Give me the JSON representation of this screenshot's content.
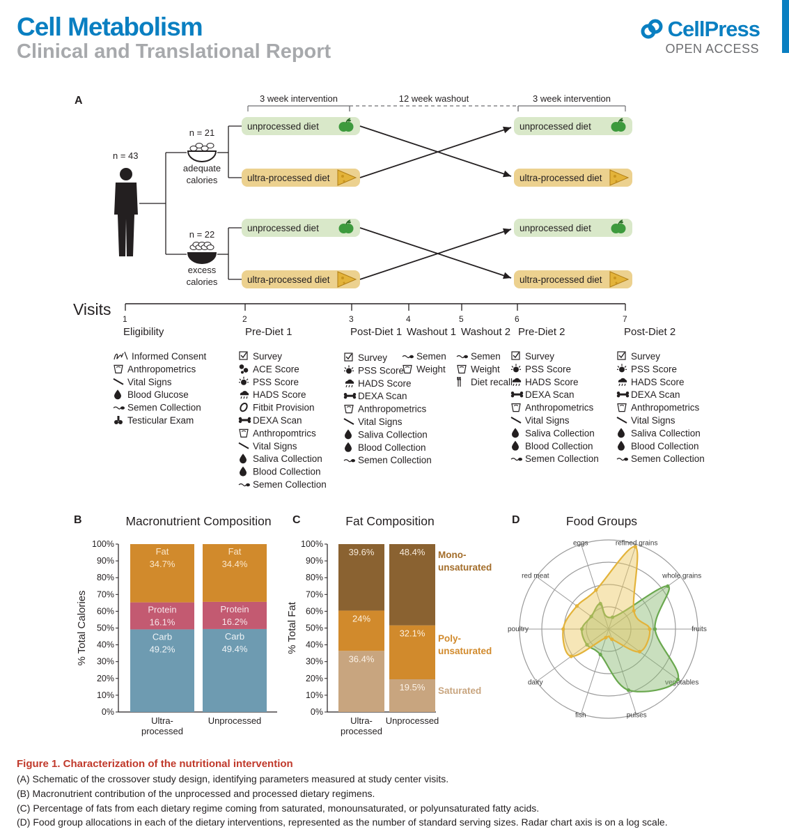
{
  "header": {
    "journal": "Cell Metabolism",
    "section": "Clinical and Translational Report",
    "publisher": "CellPress",
    "access": "OPEN ACCESS"
  },
  "colors": {
    "brand_blue": "#0a7fc1",
    "unprocessed_fill": "#d9e8c9",
    "ultra_fill": "#ecd18f",
    "apple": "#3d9a3d",
    "cheese": "#e3b33a",
    "fat": "#d18a2c",
    "protein": "#c35a71",
    "carb": "#6e9bb1",
    "mono": "#8a6231",
    "poly": "#d18a2c",
    "saturated": "#c8a57f",
    "caption_red": "#c0392b",
    "radar_ultra": "#e3b33a",
    "radar_unproc": "#6aa84f"
  },
  "panel_a": {
    "label": "A",
    "total_n": "n = 43",
    "periods": [
      "3 week intervention",
      "12 week washout",
      "3 week intervention"
    ],
    "groups": [
      {
        "n": "n = 21",
        "label1": "adequate",
        "label2": "calories"
      },
      {
        "n": "n = 22",
        "label1": "excess",
        "label2": "calories"
      }
    ],
    "diet_unprocessed": "unprocessed diet",
    "diet_ultra": "ultra-processed diet",
    "visits_title": "Visits",
    "visits": [
      {
        "num": "1",
        "name": "Eligibility",
        "items": [
          {
            "icon": "signature-icon",
            "text": "Informed Consent"
          },
          {
            "icon": "scale-icon",
            "text": "Anthropometrics"
          },
          {
            "icon": "thermometer-icon",
            "text": "Vital Signs"
          },
          {
            "icon": "drop-icon",
            "text": "Blood Glucose"
          },
          {
            "icon": "sperm-icon",
            "text": "Semen Collection"
          },
          {
            "icon": "exam-icon",
            "text": "Testicular Exam"
          }
        ]
      },
      {
        "num": "2",
        "name": "Pre-Diet 1",
        "items": [
          {
            "icon": "checkbox-icon",
            "text": "Survey"
          },
          {
            "icon": "ace-icon",
            "text": "ACE Score"
          },
          {
            "icon": "stress-icon",
            "text": "PSS Score"
          },
          {
            "icon": "cloud-icon",
            "text": "HADS Score"
          },
          {
            "icon": "fitbit-icon",
            "text": "Fitbit Provision"
          },
          {
            "icon": "bone-icon",
            "text": "DEXA Scan"
          },
          {
            "icon": "scale-icon",
            "text": "Anthropomtrics"
          },
          {
            "icon": "thermometer-icon",
            "text": "Vital Signs"
          },
          {
            "icon": "drop-icon",
            "text": "Saliva Collection"
          },
          {
            "icon": "drop-icon",
            "text": "Blood Collection"
          },
          {
            "icon": "sperm-icon",
            "text": "Semen Collection"
          }
        ]
      },
      {
        "num": "3",
        "name": "Post-Diet 1",
        "items": [
          {
            "icon": "checkbox-icon",
            "text": "Survey"
          },
          {
            "icon": "stress-icon",
            "text": "PSS Score"
          },
          {
            "icon": "cloud-icon",
            "text": "HADS Score"
          },
          {
            "icon": "bone-icon",
            "text": "DEXA Scan"
          },
          {
            "icon": "scale-icon",
            "text": "Anthropometrics"
          },
          {
            "icon": "thermometer-icon",
            "text": "Vital Signs"
          },
          {
            "icon": "drop-icon",
            "text": "Saliva Collection"
          },
          {
            "icon": "drop-icon",
            "text": "Blood Collection"
          },
          {
            "icon": "sperm-icon",
            "text": "Semen Collection"
          }
        ]
      },
      {
        "num": "4",
        "name": "Washout 1",
        "items": [
          {
            "icon": "sperm-icon",
            "text": "Semen"
          },
          {
            "icon": "scale-icon",
            "text": "Weight"
          }
        ]
      },
      {
        "num": "5",
        "name": "Washout 2",
        "items": [
          {
            "icon": "sperm-icon",
            "text": "Semen"
          },
          {
            "icon": "scale-icon",
            "text": "Weight"
          },
          {
            "icon": "utensils-icon",
            "text": "Diet recall"
          }
        ]
      },
      {
        "num": "6",
        "name": "Pre-Diet 2",
        "items": [
          {
            "icon": "checkbox-icon",
            "text": "Survey"
          },
          {
            "icon": "stress-icon",
            "text": "PSS Score"
          },
          {
            "icon": "cloud-icon",
            "text": "HADS Score"
          },
          {
            "icon": "bone-icon",
            "text": "DEXA Scan"
          },
          {
            "icon": "scale-icon",
            "text": "Anthropometrics"
          },
          {
            "icon": "thermometer-icon",
            "text": "Vital Signs"
          },
          {
            "icon": "drop-icon",
            "text": "Saliva Collection"
          },
          {
            "icon": "drop-icon",
            "text": "Blood Collection"
          },
          {
            "icon": "sperm-icon",
            "text": "Semen Collection"
          }
        ]
      },
      {
        "num": "7",
        "name": "Post-Diet 2",
        "items": [
          {
            "icon": "checkbox-icon",
            "text": "Survey"
          },
          {
            "icon": "stress-icon",
            "text": "PSS Score"
          },
          {
            "icon": "cloud-icon",
            "text": "HADS Score"
          },
          {
            "icon": "bone-icon",
            "text": "DEXA Scan"
          },
          {
            "icon": "scale-icon",
            "text": "Anthropometrics"
          },
          {
            "icon": "thermometer-icon",
            "text": "Vital Signs"
          },
          {
            "icon": "drop-icon",
            "text": "Saliva Collection"
          },
          {
            "icon": "drop-icon",
            "text": "Blood Collection"
          },
          {
            "icon": "sperm-icon",
            "text": "Semen Collection"
          }
        ]
      }
    ]
  },
  "chart_data": [
    {
      "panel": "B",
      "type": "bar",
      "stacked": true,
      "title": "Macronutrient Composition",
      "ylabel": "% Total Calories",
      "ylim": [
        0,
        100
      ],
      "yticks": [
        "0%",
        "10%",
        "20%",
        "30%",
        "40%",
        "50%",
        "60%",
        "70%",
        "80%",
        "90%",
        "100%"
      ],
      "categories": [
        "Ultra-processed",
        "Unprocessed"
      ],
      "category_lines": [
        [
          "Ultra-",
          "processed"
        ],
        [
          "Unprocessed"
        ]
      ],
      "series": [
        {
          "name": "Carb",
          "values": [
            49.2,
            49.4
          ],
          "labels": [
            "49.2%",
            "49.4%"
          ]
        },
        {
          "name": "Protein",
          "values": [
            16.1,
            16.2
          ],
          "labels": [
            "16.1%",
            "16.2%"
          ]
        },
        {
          "name": "Fat",
          "values": [
            34.7,
            34.4
          ],
          "labels": [
            "34.7%",
            "34.4%"
          ]
        }
      ]
    },
    {
      "panel": "C",
      "type": "bar",
      "stacked": true,
      "title": "Fat Composition",
      "ylabel": "% Total Fat",
      "ylim": [
        0,
        100
      ],
      "yticks": [
        "0%",
        "10%",
        "20%",
        "30%",
        "40%",
        "50%",
        "60%",
        "70%",
        "80%",
        "90%",
        "100%"
      ],
      "categories": [
        "Ultra-processed",
        "Unprocessed"
      ],
      "category_lines": [
        [
          "Ultra-",
          "processed"
        ],
        [
          "Unprocessed"
        ]
      ],
      "series": [
        {
          "name": "Saturated",
          "values": [
            36.4,
            19.5
          ],
          "labels": [
            "36.4%",
            "19.5%"
          ],
          "legend": [
            "Saturated"
          ]
        },
        {
          "name": "Poly-unsaturated",
          "values": [
            24,
            32.1
          ],
          "labels": [
            "24%",
            "32.1%"
          ],
          "legend": [
            "Poly-",
            "unsaturated"
          ]
        },
        {
          "name": "Mono-unsaturated",
          "values": [
            39.6,
            48.4
          ],
          "labels": [
            "39.6%",
            "48.4%"
          ],
          "legend": [
            "Mono-",
            "unsaturated"
          ]
        }
      ]
    },
    {
      "panel": "D",
      "type": "radar",
      "title": "Food Groups",
      "scale": "log",
      "axes": [
        "refined grains",
        "whole grains",
        "fruits",
        "vegetables",
        "pulses",
        "fish",
        "dairy",
        "poultry",
        "red meat",
        "eggs"
      ],
      "series": [
        {
          "name": "Ultra-processed",
          "values": [
            0.97,
            0.35,
            0.46,
            0.43,
            0.12,
            0.1,
            0.52,
            0.51,
            0.44,
            0.46
          ]
        },
        {
          "name": "Unprocessed",
          "values": [
            0.14,
            0.82,
            0.52,
            0.96,
            0.72,
            0.3,
            0.3,
            0.3,
            0.24,
            0.3
          ]
        }
      ]
    }
  ],
  "caption": {
    "title": "Figure 1.  Characterization of the nutritional intervention",
    "lines": [
      "(A) Schematic of the crossover study design, identifying parameters measured at study center visits.",
      "(B) Macronutrient contribution of the unprocessed and processed dietary regimens.",
      "(C) Percentage of fats from each dietary regime coming from saturated, monounsaturated, or polyunsaturated fatty acids.",
      "(D) Food group allocations in each of the dietary interventions, represented as the number of standard serving sizes. Radar chart axis is on a log scale."
    ]
  }
}
